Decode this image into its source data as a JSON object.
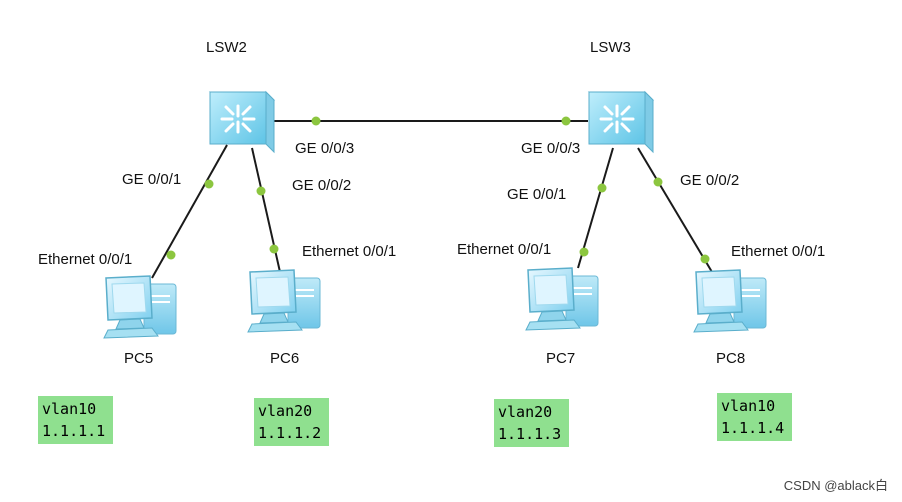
{
  "switches": [
    {
      "id": "lsw2",
      "name": "LSW2"
    },
    {
      "id": "lsw3",
      "name": "LSW3"
    }
  ],
  "pcs": [
    {
      "id": "pc5",
      "name": "PC5",
      "vlan": "vlan10",
      "ip": "1.1.1.1",
      "port": "Ethernet 0/0/1"
    },
    {
      "id": "pc6",
      "name": "PC6",
      "vlan": "vlan20",
      "ip": "1.1.1.2",
      "port": "Ethernet 0/0/1"
    },
    {
      "id": "pc7",
      "name": "PC7",
      "vlan": "vlan20",
      "ip": "1.1.1.3",
      "port": "Ethernet 0/0/1"
    },
    {
      "id": "pc8",
      "name": "PC8",
      "vlan": "vlan10",
      "ip": "1.1.1.4",
      "port": "Ethernet 0/0/1"
    }
  ],
  "links": [
    {
      "id": "lsw2-lsw3",
      "a_port": "GE 0/0/3",
      "b_port": "GE 0/0/3"
    },
    {
      "id": "lsw2-pc5",
      "switch_port": "GE 0/0/1"
    },
    {
      "id": "lsw2-pc6",
      "switch_port": "GE 0/0/2"
    },
    {
      "id": "lsw3-pc7",
      "switch_port": "GE 0/0/1"
    },
    {
      "id": "lsw3-pc8",
      "switch_port": "GE 0/0/2"
    }
  ],
  "colors": {
    "link": "#1a1a1a",
    "port_dot": "#8cc63f",
    "box": "#8fe08f",
    "device": "#7fd8f0"
  },
  "watermark": "CSDN @ablack白"
}
